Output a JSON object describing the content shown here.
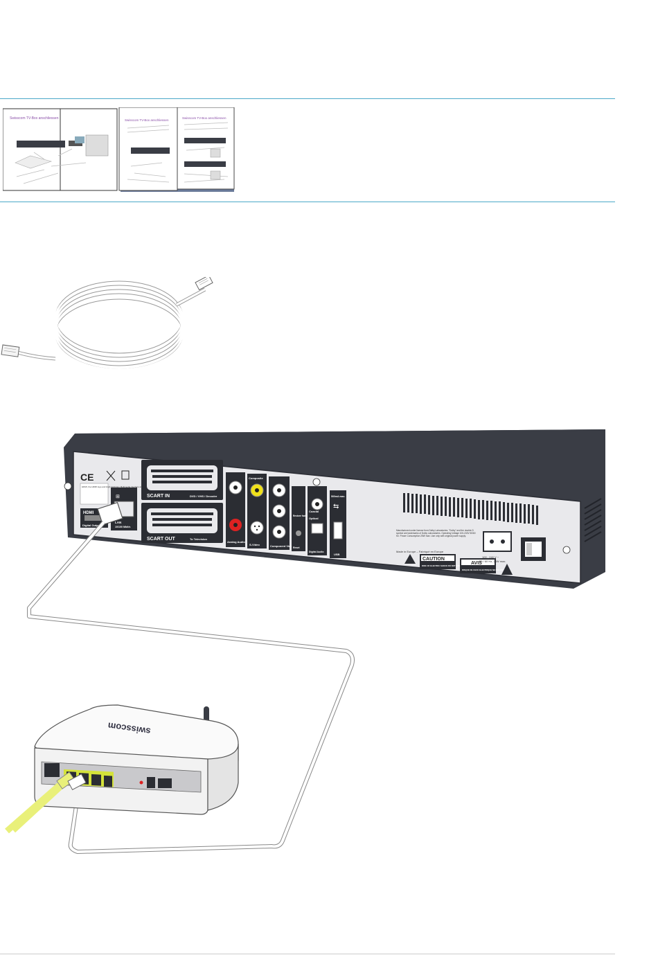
{
  "booklet": {
    "page1_title": "Swisscom TV-Box anschliessen",
    "page2_title": "Swisscom TV-Box anschliessen",
    "page3_title": "Swisscom TV-Box anschliessen"
  },
  "stb": {
    "scart_in": "SCART IN",
    "scart_in_sub": "DVD / VHS / Decoder",
    "scart_out": "SCART OUT",
    "scart_out_sub": "To Television",
    "hdmi": "HDMI",
    "hdmi_sub": "Digital Output",
    "lan": "LAN",
    "lan_sub": "10/100 Mbit/s",
    "hdmi_notice": "HDMI, the HDMI logo and High-Definition Multimedia Interface are trademarks or registered trademarks of HDMI Licensing LLC.",
    "analog_audio": "Analog Audio",
    "composite": "Composite",
    "svideo": "S-Video",
    "component_video": "Component Video",
    "restore": "Restore factory default settings",
    "reset": "Reset",
    "coaxial": "Coaxial",
    "optical": "Optical",
    "digital_audio": "Digital Audio",
    "usb_max": "500mA max.",
    "usb": "USB",
    "power_rating1": "100 - 240 V ~",
    "power_rating2": "50 / 60 Hz, 25W max.",
    "made_in": "Made in Europe – Fabriqué en Europe",
    "manufacturer_notice": "Manufactured under license from Dolby Laboratories. \"Dolby\" and the double-D symbol are trademarks of Dolby Laboratories. Operating Voltage 100-240V 50/60 Hz. Power Consumption 25W max. Use only with original power supply.",
    "caution": "CAUTION",
    "caution_sub": "RISK OF ELECTRIC SHOCK DO NOT OPEN",
    "avis": "AVIS",
    "avis_sub": "RISQUE DE CHOC ELECTRIQUE NE PAS OUVRIR"
  },
  "router": {
    "brand": "swisscom"
  },
  "colors": {
    "rule": "#4aa8c8",
    "stb_body": "#3a3d45",
    "stb_panel": "#e9e9ec",
    "cable_yellow": "#e9f07a",
    "router_port_highlight": "#d4e23a"
  }
}
